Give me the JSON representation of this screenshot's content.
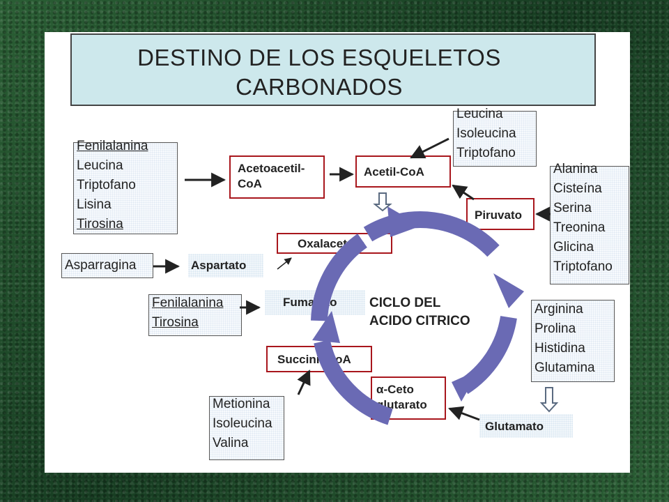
{
  "title": {
    "line1": "DESTINO  DE LOS ESQUELETOS",
    "line2": "CARBONADOS"
  },
  "center_label": {
    "line1": "CICLO  DEL",
    "line2": "ACIDO  CITRICO"
  },
  "nodes": {
    "acetoacetil": {
      "line1": "Acetoacetil-",
      "line2": "CoA"
    },
    "acetil": "Acetil-CoA",
    "piruvato": "Piruvato",
    "oxalacetato": "Oxalacetato",
    "aspartato": "Aspartato",
    "fumarato": "Fumarato",
    "succinil": "Succinil-CoA",
    "cetoglutarato": {
      "line1": "α-Ceto",
      "line2": "glutarato"
    },
    "glutamato": "Glutamato"
  },
  "lists": {
    "acetoacetil_sources": [
      "Fenilalanina",
      "Leucina",
      "Triptofano",
      "Lisina",
      "Tirosina"
    ],
    "acetil_sources": [
      "Leucina",
      "Isoleucina",
      "Triptofano"
    ],
    "piruvato_sources": [
      "Alanina",
      "Cisteína",
      "Serina",
      "Treonina",
      "Glicina",
      "Triptofano"
    ],
    "aspartato_sources": [
      "Asparragina"
    ],
    "fumarato_sources": [
      "Fenilalanina",
      "Tirosina"
    ],
    "glutamato_sources": [
      "Arginina",
      "Prolina",
      "Histidina",
      "Glutamina"
    ],
    "succinil_sources": [
      "Metionina",
      "Isoleucina",
      "Valina"
    ]
  },
  "colors": {
    "cycle": "#6a6ab4",
    "box_border": "#a8161c",
    "title_bg": "#cde8ec"
  }
}
